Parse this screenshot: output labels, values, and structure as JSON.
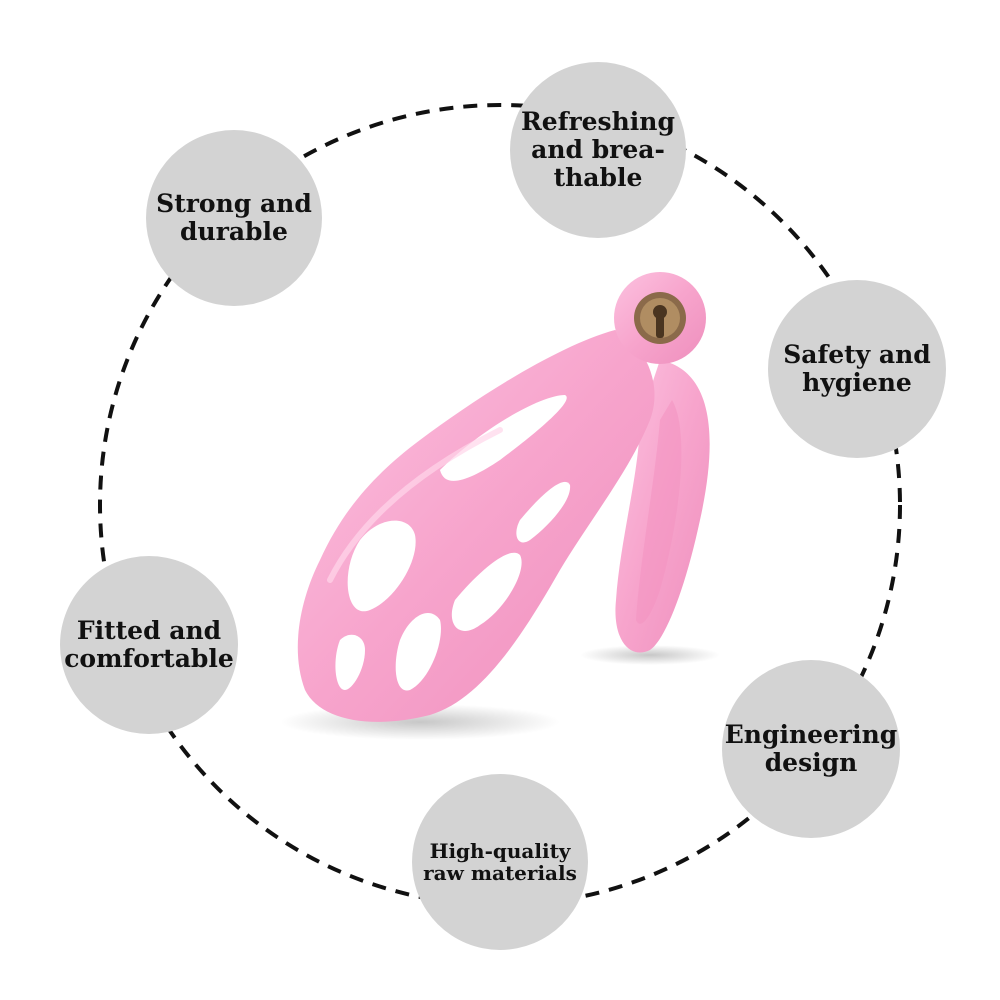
{
  "features": [
    {
      "id": "strong",
      "text": "Strong and\ndurable"
    },
    {
      "id": "breathable",
      "text": "Refreshing\nand brea-\nthable"
    },
    {
      "id": "safety",
      "text": "Safety and\nhygiene"
    },
    {
      "id": "fitted",
      "text": "Fitted and\ncomfortable"
    },
    {
      "id": "engineering",
      "text": "Engineering\ndesign"
    },
    {
      "id": "materials",
      "text": "High-quality\nraw materials"
    }
  ],
  "colors": {
    "badge": "#d3d3d3",
    "ring": "#111111",
    "product": "#f7a8cf",
    "lock": "#8b6a4a"
  },
  "icons": {
    "product": "pink-cage-device-image",
    "lock": "keyhole-lock-icon"
  }
}
